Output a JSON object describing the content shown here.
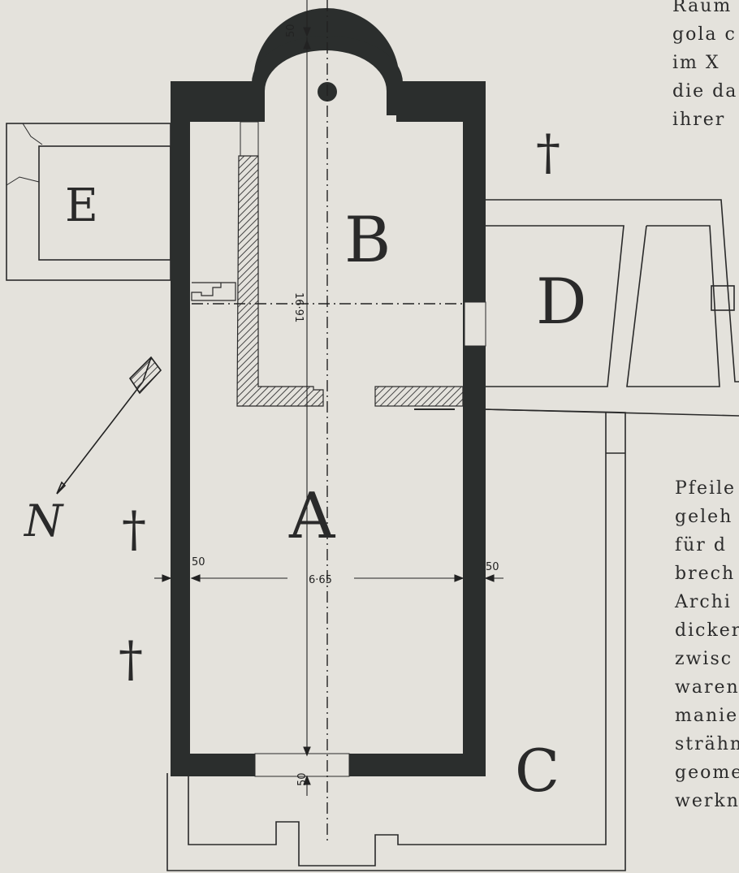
{
  "rooms": {
    "A": "A",
    "B": "B",
    "C": "C",
    "D": "D",
    "E": "E"
  },
  "dimensions": {
    "top_wall": "50",
    "length": "16·91",
    "width": "6·65",
    "left_wall": "50",
    "right_wall": "50",
    "bottom_wall": "50"
  },
  "symbols": {
    "cross": "†",
    "north": "N"
  },
  "text_top": [
    "Raum",
    "gola c",
    "im  X",
    "die da",
    "ihrer"
  ],
  "text_bottom": [
    "Pfeile",
    "geleh",
    "für  d",
    "brech",
    "Archi",
    "dicker",
    "zwisc",
    "waren",
    "manie",
    "strähn",
    "geome",
    "werkn"
  ],
  "colors": {
    "paper": "#e4e2dc",
    "wall": "#2b2e2d",
    "line": "#222222"
  }
}
